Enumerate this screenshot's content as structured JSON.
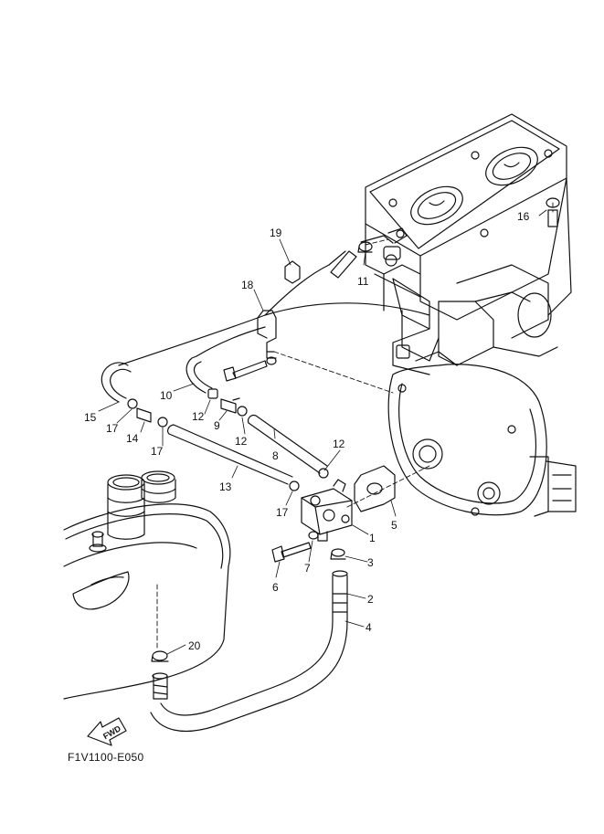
{
  "figure_code": "F1V1100-E050",
  "fwd_label": "FWD",
  "callouts": {
    "c1": "1",
    "c2": "2",
    "c3": "3",
    "c4": "4",
    "c5": "5",
    "c6": "6",
    "c7": "7",
    "c8": "8",
    "c9": "9",
    "c10": "10",
    "c11": "11",
    "c12a": "12",
    "c12b": "12",
    "c12c": "12",
    "c13": "13",
    "c14": "14",
    "c15": "15",
    "c16": "16",
    "c17a": "17",
    "c17b": "17",
    "c17c": "17",
    "c18": "18",
    "c19": "19",
    "c20": "20"
  }
}
